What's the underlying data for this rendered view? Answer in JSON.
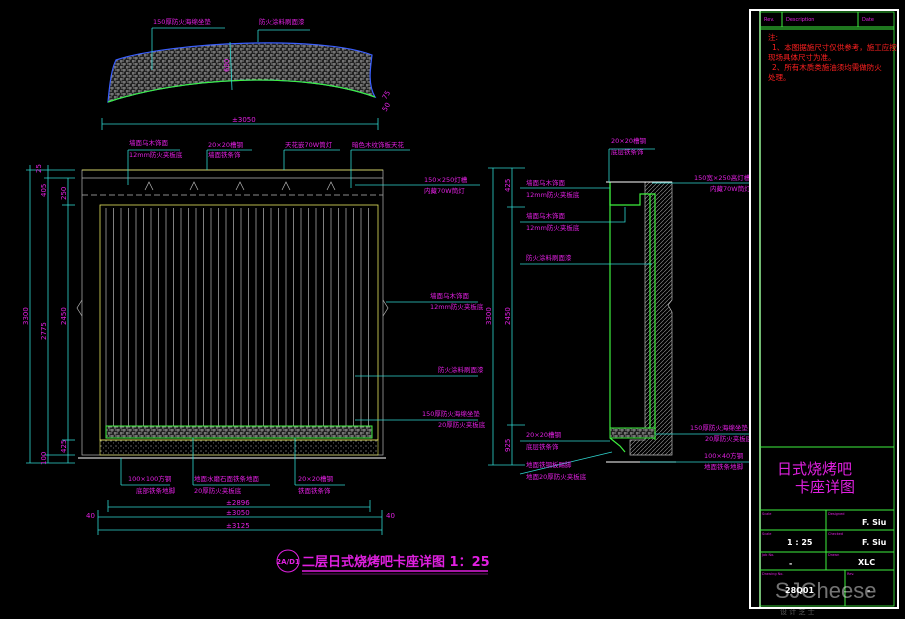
{
  "arch": {
    "label_cushion": "150厚防火海绵坐垫",
    "label_paint": "防火涂料刷面漆",
    "dim_height": "600",
    "dim_width": "±3050",
    "dim_side_a": "75",
    "dim_side_b": "50"
  },
  "elevation": {
    "top_labels": [
      {
        "line1": "墙面乌木饰面",
        "line2": "12mm防火夹板底"
      },
      {
        "line1": "20×20槽钢",
        "line2": "墙面铁条饰"
      },
      {
        "line1": "天花嵌70W筒灯",
        "line2": ""
      },
      {
        "line1": "暗色木纹饰板天花",
        "line2": ""
      }
    ],
    "right_labels": [
      {
        "line1": "150×250灯槽",
        "line2": "内藏70W筒灯"
      },
      {
        "line1": "墙面乌木饰面",
        "line2": "12mm防火夹板底"
      },
      {
        "line1": "防火涂料刷面漆",
        "line2": ""
      },
      {
        "line1": "150厚防火海绵坐垫",
        "line2": "20厚防火夹板底"
      }
    ],
    "bottom_labels": [
      {
        "line1": "100×100方钢",
        "line2": "底部铁条地脚"
      },
      {
        "line1": "地面水磨石面铁条地面",
        "line2": "20厚防火夹板底"
      },
      {
        "line1": "20×20槽钢",
        "line2": "铁面铁条饰"
      }
    ],
    "left_dims": {
      "top": "25",
      "d405": "405",
      "d250": "250",
      "total": "3300",
      "d2775": "2775",
      "d2450": "2450",
      "d425": "425",
      "d100": "100"
    },
    "bottom_dims": {
      "inner": "±2896",
      "mid": "±3050",
      "outer": "±3125",
      "left_gap": "40",
      "right_gap": "40"
    }
  },
  "section": {
    "labels_left": [
      {
        "line1": "墙面乌木饰面",
        "line2": "12mm防火夹板底"
      },
      {
        "line1": "墙面乌木饰面",
        "line2": "12mm防火夹板底"
      },
      {
        "line1": "防火涂料刷面漆",
        "line2": ""
      },
      {
        "line1": "20×20槽钢",
        "line2": "底层铁条饰"
      },
      {
        "line1": "地面铁钢板踢脚",
        "line2": "地面20厚防火夹板底"
      }
    ],
    "labels_right": [
      {
        "line1": "150宽×250高灯槽",
        "line2": "内藏70W筒灯"
      },
      {
        "line1": "150厚防火海绵坐垫",
        "line2": "20厚防火夹板底"
      },
      {
        "line1": "100×40方钢",
        "line2": "地面铁条地脚"
      }
    ],
    "top_label": {
      "line1": "20×20槽钢",
      "line2": "底层铁条饰"
    },
    "dims": {
      "d425": "425",
      "total": "3300",
      "d2450": "2450",
      "d925": "925"
    }
  },
  "drawing_title": {
    "tag": "2A/D1",
    "text": "二层日式烧烤吧卡座详图  1：25"
  },
  "title_block": {
    "header": {
      "rev": "Rev.",
      "description": "Description",
      "date": "Date"
    },
    "notes_title": "注:",
    "notes": [
      "1、本图据施尺寸仅供参考，施工应按",
      "现场具体尺寸为准。",
      "2、所有木质类施油须均需做防火",
      "处理。"
    ],
    "title_line1": "日式烧烤吧",
    "title_line2": "卡座详图",
    "fields": [
      {
        "label": "Scale",
        "value": ""
      },
      {
        "label": "Designed",
        "value": "F. Siu"
      },
      {
        "label": "Scale",
        "value": "1 : 25"
      },
      {
        "label": "Checked",
        "value": "F. Siu"
      },
      {
        "label": "Job No.",
        "value": "-"
      },
      {
        "label": "Drawn",
        "value": "XLC"
      },
      {
        "label": "Drawing No.",
        "value": "28Q01"
      },
      {
        "label": "Rev.",
        "value": "-"
      }
    ],
    "watermark": "SJCheese",
    "watermark_sub": "设 计 芝 士"
  },
  "colors": {
    "cyan": "#2fd6d0",
    "magenta": "#e020e0",
    "green": "#3ef03e",
    "red": "#ff2020"
  }
}
